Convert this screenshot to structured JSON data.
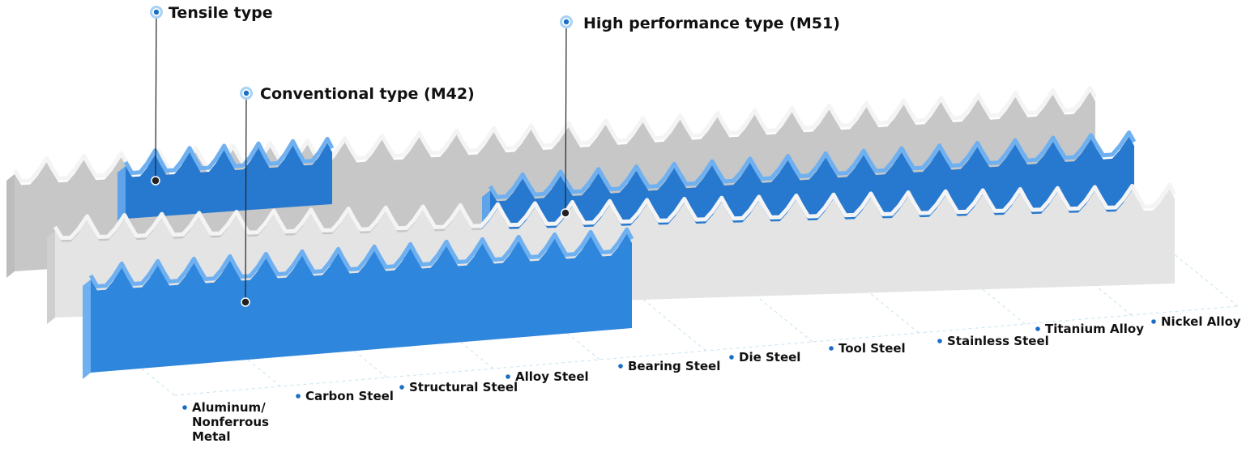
{
  "colors": {
    "blade_grey_top": "#d0d0d0",
    "blade_grey_face": "#c7c7c7",
    "blade_grey_light": "#e4e4e4",
    "blade_blue_dark": "#2779cf",
    "blade_blue": "#2f86dd",
    "blade_blue_light": "#6fb0f0",
    "tooth_highlight": "#f4f4f4",
    "dot": "#1a6fc4",
    "text": "#111111",
    "grid": "#c8e3f0"
  },
  "callouts": [
    {
      "id": "tensile",
      "label": "Tensile type",
      "icon": "target-icon"
    },
    {
      "id": "conventional",
      "label": "Conventional type (M42)",
      "icon": "target-icon"
    },
    {
      "id": "high_performance",
      "label": "High performance type (M51)",
      "icon": "target-icon"
    }
  ],
  "materials": [
    {
      "lines": [
        "Aluminum/",
        "Nonferrous",
        "Metal"
      ]
    },
    {
      "lines": [
        "Carbon Steel"
      ]
    },
    {
      "lines": [
        "Structural Steel"
      ]
    },
    {
      "lines": [
        "Alloy Steel"
      ]
    },
    {
      "lines": [
        "Bearing Steel"
      ]
    },
    {
      "lines": [
        "Die Steel"
      ]
    },
    {
      "lines": [
        "Tool Steel"
      ]
    },
    {
      "lines": [
        "Stainless Steel"
      ]
    },
    {
      "lines": [
        "Titanium Alloy"
      ]
    },
    {
      "lines": [
        "Nickel Alloy"
      ]
    }
  ],
  "coverage": {
    "tensile": {
      "from_material": 1,
      "to_material": 2
    },
    "conventional": {
      "from_material": 1,
      "to_material": 5
    },
    "high_performance": {
      "from_material": 4,
      "to_material": 10
    }
  }
}
